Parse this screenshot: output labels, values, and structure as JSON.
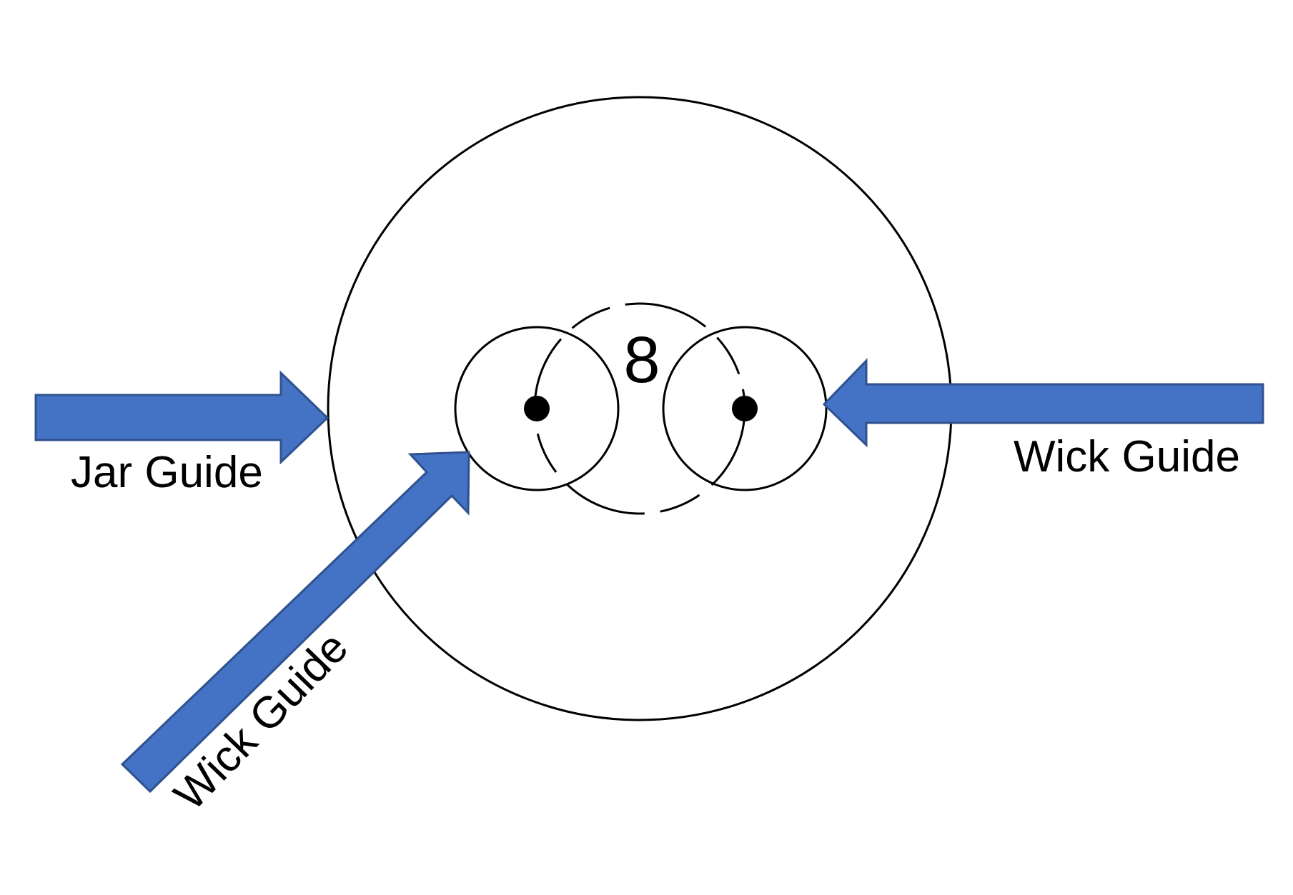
{
  "colors": {
    "arrow_fill": "#4472c4",
    "arrow_stroke": "#2f528f",
    "line": "#000000",
    "background": "#ffffff"
  },
  "labels": {
    "jar_guide": "Jar Guide",
    "wick_guide_right": "Wick Guide",
    "wick_guide_diagonal": "Wick Guide",
    "center_number": "8"
  }
}
